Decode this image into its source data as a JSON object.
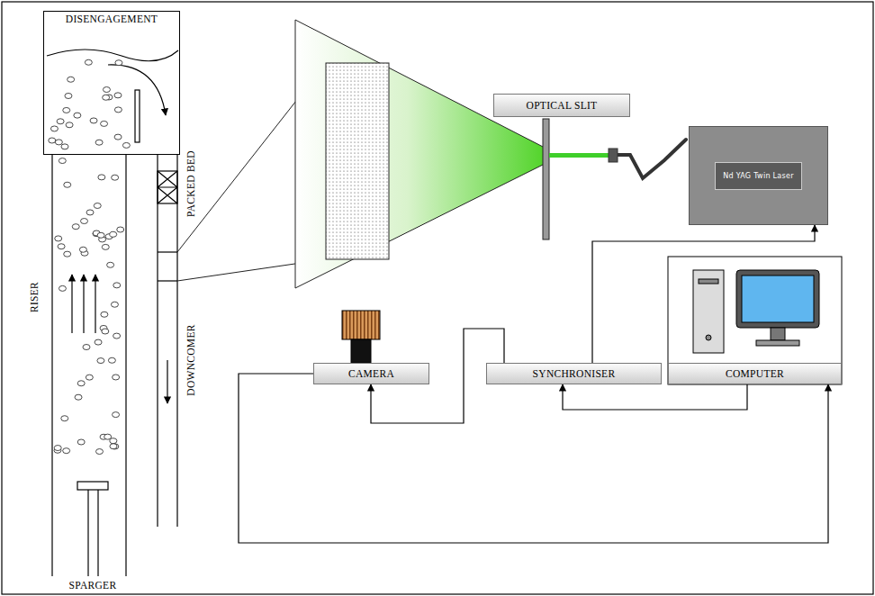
{
  "diagram": {
    "nodes": [
      {
        "text": [
          "DISENGAGEMENT"
        ]
      },
      {
        "text": [
          "OPTICAL SLIT"
        ]
      },
      {
        "text": [
          "Nd YAG Twin Laser"
        ]
      },
      {
        "text": [
          "CAMERA"
        ]
      },
      {
        "text": [
          "SYNCHRONISER"
        ]
      },
      {
        "text": [
          "COMPUTER"
        ]
      }
    ],
    "edges": [
      {
        "from": 4,
        "to": 2,
        "arrow": "to"
      },
      {
        "from": 4,
        "to": 3,
        "arrow": "to"
      },
      {
        "from": 5,
        "to": 4,
        "arrow": "to"
      },
      {
        "from": 3,
        "to": 5,
        "arrow": "to"
      }
    ],
    "labels": [
      "RISER",
      "PACKED BED",
      "DOWNCOMER",
      "SPARGER"
    ]
  }
}
